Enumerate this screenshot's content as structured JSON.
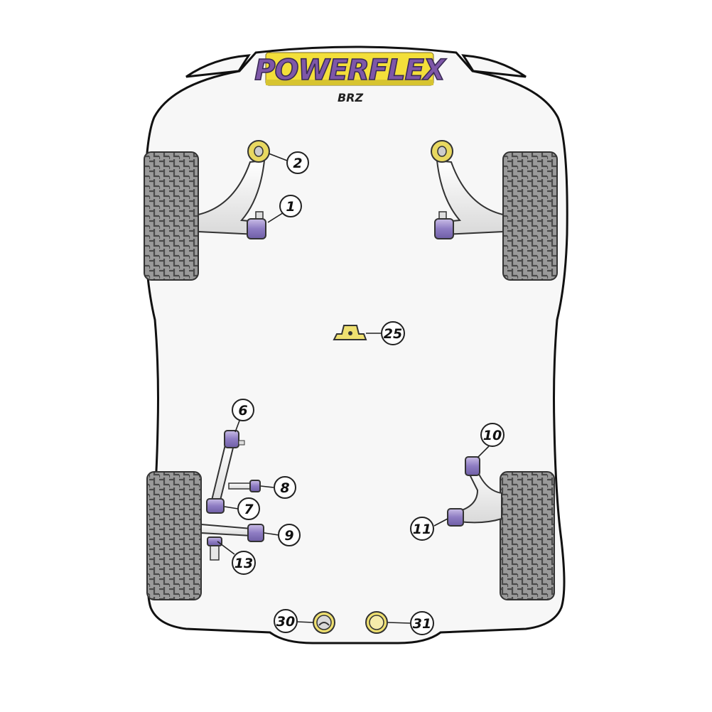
{
  "logo": {
    "brand": "POWERFLEX",
    "model": "BRZ"
  },
  "colors": {
    "bushing_purple": "#9b8cc8",
    "bushing_yellow": "#f0e27a",
    "arm_grey": "#ececec",
    "body_fill": "#f7f7f7",
    "tyre": "#8a8a8a"
  },
  "callouts": [
    {
      "id": "c1",
      "label": "1"
    },
    {
      "id": "c2",
      "label": "2"
    },
    {
      "id": "c6",
      "label": "6"
    },
    {
      "id": "c7",
      "label": "7"
    },
    {
      "id": "c8",
      "label": "8"
    },
    {
      "id": "c9",
      "label": "9"
    },
    {
      "id": "c10",
      "label": "10"
    },
    {
      "id": "c11",
      "label": "11"
    },
    {
      "id": "c13",
      "label": "13"
    },
    {
      "id": "c25",
      "label": "25"
    },
    {
      "id": "c30",
      "label": "30"
    },
    {
      "id": "c31",
      "label": "31"
    }
  ]
}
